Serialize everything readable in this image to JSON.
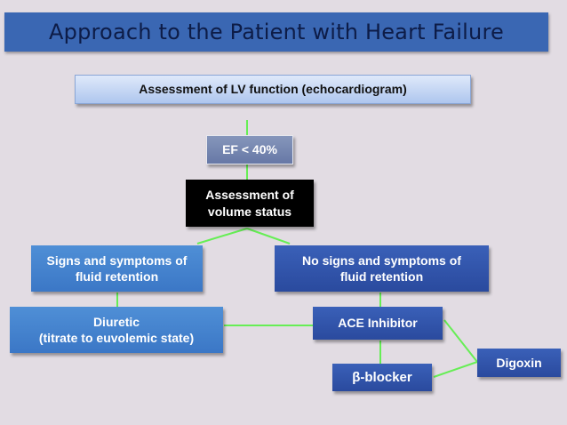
{
  "title": "Approach to the Patient with Heart Failure",
  "nodes": {
    "assessment_lv": "Assessment of LV function (echocardiogram)",
    "ef": "EF < 40%",
    "volume_line1": "Assessment of",
    "volume_line2": "volume status",
    "signs_line1": "Signs and symptoms of",
    "signs_line2": "fluid retention",
    "nosigns_line1": "No signs and symptoms of",
    "nosigns_line2": "fluid retention",
    "diuretic_line1": "Diuretic",
    "diuretic_line2": "(titrate to euvolemic state)",
    "ace": "ACE Inhibitor",
    "beta": "β-blocker",
    "digoxin": "Digoxin"
  },
  "colors": {
    "connector": "#66ee55",
    "title_bg": "#3a67b3"
  }
}
